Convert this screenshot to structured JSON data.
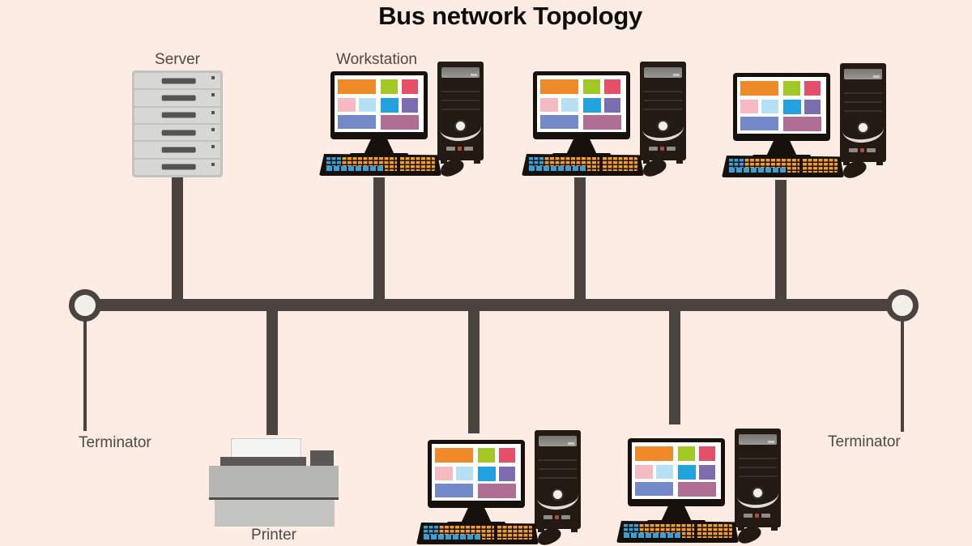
{
  "title": "Bus network Topology",
  "diagram": {
    "type": "bus-network-topology",
    "bus": {
      "orientation": "horizontal",
      "endpoints": [
        "terminator-left",
        "terminator-right"
      ]
    },
    "nodes_above_bus": [
      "server",
      "workstation-1",
      "workstation-2",
      "workstation-3"
    ],
    "nodes_below_bus": [
      "printer",
      "workstation-4",
      "workstation-5"
    ]
  },
  "labels": {
    "server": "Server",
    "workstation": "Workstation",
    "printer": "Printer",
    "terminator_left": "Terminator",
    "terminator_right": "Terminator"
  },
  "colors": {
    "background": "#fcece3",
    "bus_line": "#4a433f",
    "terminator_fill": "#f3f0ea",
    "label_text": "#4d4946",
    "title_text": "#0d0b0a",
    "device_dark": "#241a14",
    "monitor_bezel": "#16110d",
    "server_body": "#c2c2c0",
    "server_slot": "#d7d7d5",
    "printer_body": "#b6b6b4",
    "keyboard_keys_orange": "#f09b2a",
    "keyboard_keys_blue": "#36a1d9",
    "screen_tiles": {
      "orange": "#f08a28",
      "green": "#a3c724",
      "red": "#e55068",
      "pink": "#f6bac3",
      "light_blue": "#b5e0f6",
      "blue": "#22a3e0",
      "purple": "#7e6cb0",
      "periwinkle": "#7389c9",
      "mauve": "#b06e94"
    }
  }
}
